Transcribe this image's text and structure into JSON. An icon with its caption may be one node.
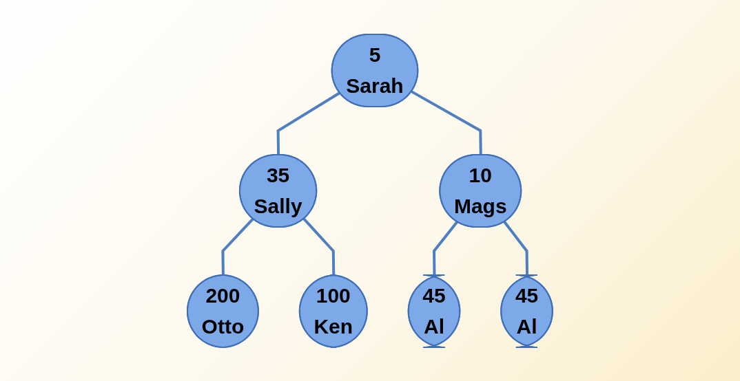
{
  "diagram": {
    "nodes": [
      {
        "text": [
          "5 Sarah"
        ]
      },
      {
        "text": [
          "35 Sally"
        ]
      },
      {
        "text": [
          "10 Mags"
        ]
      },
      {
        "text": [
          "200 Otto"
        ]
      },
      {
        "text": [
          "100 Ken"
        ]
      },
      {
        "text": [
          "45 Al"
        ]
      },
      {
        "text": [
          "45 Al"
        ]
      }
    ],
    "edges": [
      {
        "from": 0,
        "to": 1,
        "arrow": "none"
      },
      {
        "from": 0,
        "to": 2,
        "arrow": "none"
      },
      {
        "from": 1,
        "to": 3,
        "arrow": "none"
      },
      {
        "from": 1,
        "to": 4,
        "arrow": "none"
      },
      {
        "from": 2,
        "to": 5,
        "arrow": "none"
      },
      {
        "from": 2,
        "to": 6,
        "arrow": "none"
      }
    ]
  }
}
